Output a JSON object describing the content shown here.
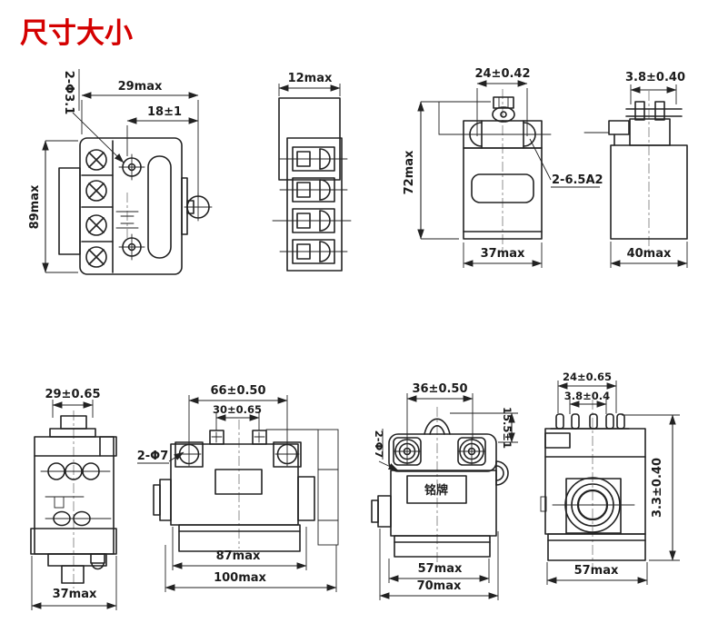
{
  "title": "尺寸大小",
  "colors": {
    "title": "#d40000",
    "line": "#222222",
    "centerline": "#8f8f8f"
  },
  "drawings": {
    "d1": {
      "hole_label": "2-Φ3.1",
      "width": "29max",
      "inner_width": "18±1",
      "height": "89max"
    },
    "d2": {
      "width": "12max"
    },
    "d3": {
      "head_width": "24±0.42",
      "height": "72max",
      "width": "37max",
      "hole_label": "2-6.5A2"
    },
    "d4": {
      "pin_width": "3.8±0.40",
      "width": "40max"
    },
    "d5": {
      "top_width": "29±0.65",
      "width": "37max"
    },
    "d6": {
      "mount_span": "66±0.50",
      "tab_span": "30±0.65",
      "hole_label": "2-Φ7",
      "body_width": "87max",
      "total_width": "100max"
    },
    "d7": {
      "mount_span": "36±0.50",
      "hole_label": "2-Φ7",
      "plunger_height": "15.5±1",
      "nameplate": "铭牌",
      "body_width": "57max",
      "total_width": "70max"
    },
    "d8": {
      "top_width": "24±0.65",
      "pin_width": "3.8±0.4",
      "height": "3.3±0.40",
      "width": "57max"
    }
  }
}
